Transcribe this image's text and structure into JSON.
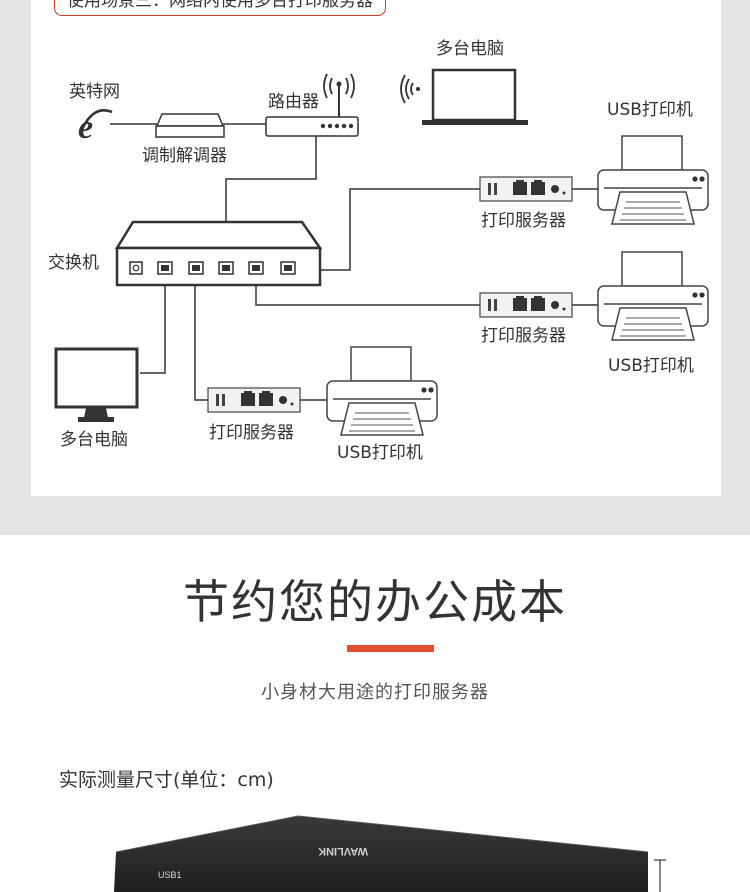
{
  "scene_title": "使用场景三：网络内使用多台打印服务器",
  "labels": {
    "internet": "英特网",
    "modem": "调制解调器",
    "router": "路由器",
    "laptops": "多台电脑",
    "switch": "交换机",
    "desktops": "多台电脑",
    "print_server_1": "打印服务器",
    "print_server_2": "打印服务器",
    "print_server_3": "打印服务器",
    "printer_1": "USB打印机",
    "printer_2": "USB打印机",
    "printer_3": "USB打印机"
  },
  "heading": "节约您的办公成本",
  "subheading": "小身材大用途的打印服务器",
  "measure_note": "实际测量尺寸(单位：cm)",
  "device": {
    "port_label": "USB1",
    "brand_text": "WAVLINK"
  },
  "colors": {
    "accent": "#e05036",
    "pill_border": "#c83a2a",
    "band": "#e4e4e4",
    "line": "#333333"
  }
}
